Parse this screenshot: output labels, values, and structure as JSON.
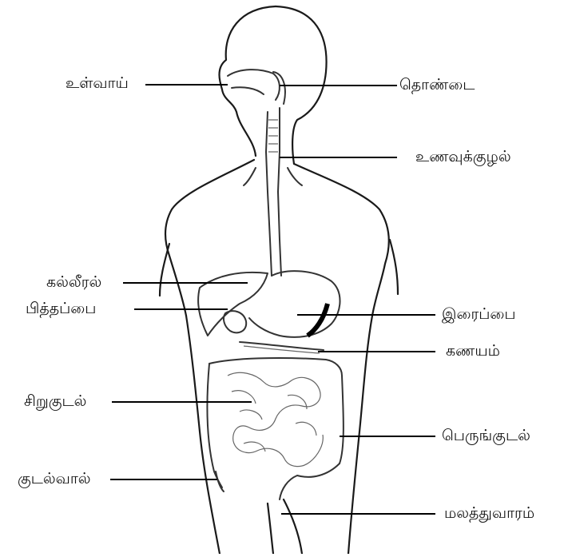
{
  "labels": {
    "mouth": "உள்வாய்",
    "pharynx": "தொண்டை",
    "esophagus": "உணவுக்குழல்",
    "liver": "கல்லீரல்",
    "gallbladder": "பித்தப்பை",
    "stomach": "இரைப்பை",
    "pancreas": "கணயம்",
    "small_intestine": "சிறுகுடல்",
    "large_intestine": "பெருங்குடல்",
    "appendix": "குடல்வால்",
    "anus": "மலத்துவாரம்"
  },
  "colors": {
    "line": "#000000",
    "background": "#ffffff"
  }
}
